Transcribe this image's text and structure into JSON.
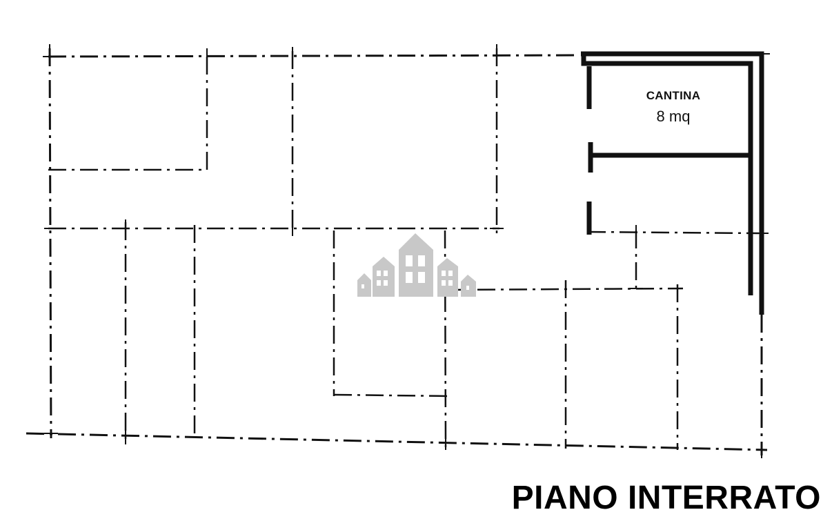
{
  "plan": {
    "floor_title": "PIANO INTERRATO",
    "rooms": [
      {
        "name": "CANTINA",
        "area": "8 mq"
      }
    ]
  },
  "watermark": {
    "icon": "buildings-logo-icon",
    "color": "#c8c8c8"
  },
  "colors": {
    "line": "#111111",
    "background": "#ffffff"
  }
}
